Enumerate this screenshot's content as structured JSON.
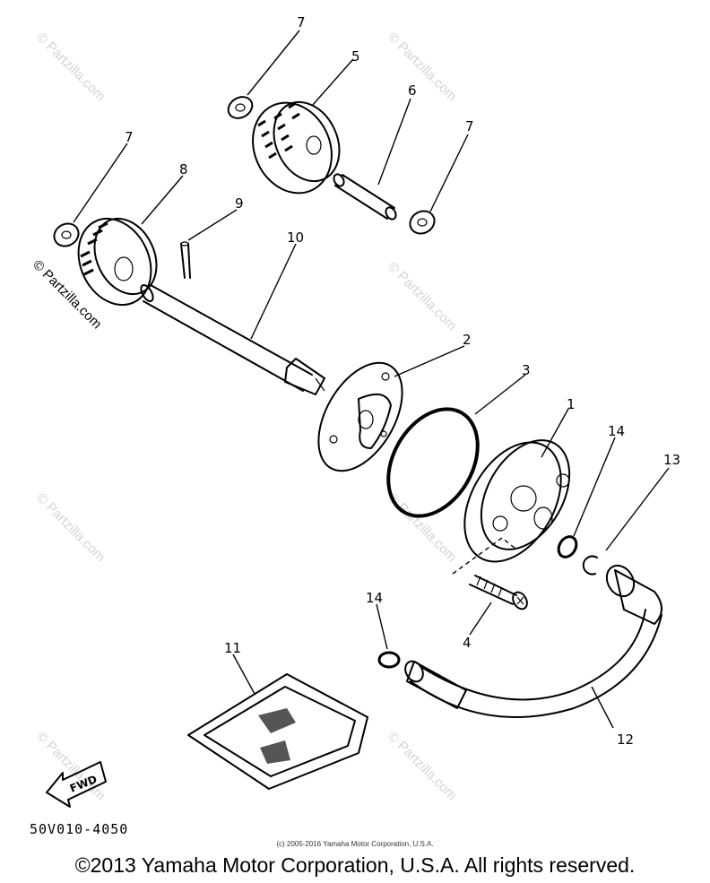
{
  "diagram": {
    "watermarks": [
      "© Partzilla.com"
    ],
    "callouts": {
      "c1": "1",
      "c2": "2",
      "c3": "3",
      "c4": "4",
      "c5": "5",
      "c6": "6",
      "c7a": "7",
      "c7b": "7",
      "c7c": "7",
      "c8": "8",
      "c9": "9",
      "c10": "10",
      "c11": "11",
      "c12": "12",
      "c13": "13",
      "c14a": "14",
      "c14b": "14"
    },
    "fwd_label": "FWD",
    "code": "50V010-4050",
    "small_copyright": "(c) 2005-2016 Yamaha Motor Corporation, U.S.A.",
    "copyright": "©2013 Yamaha Motor Corporation, U.S.A. All rights reserved."
  }
}
